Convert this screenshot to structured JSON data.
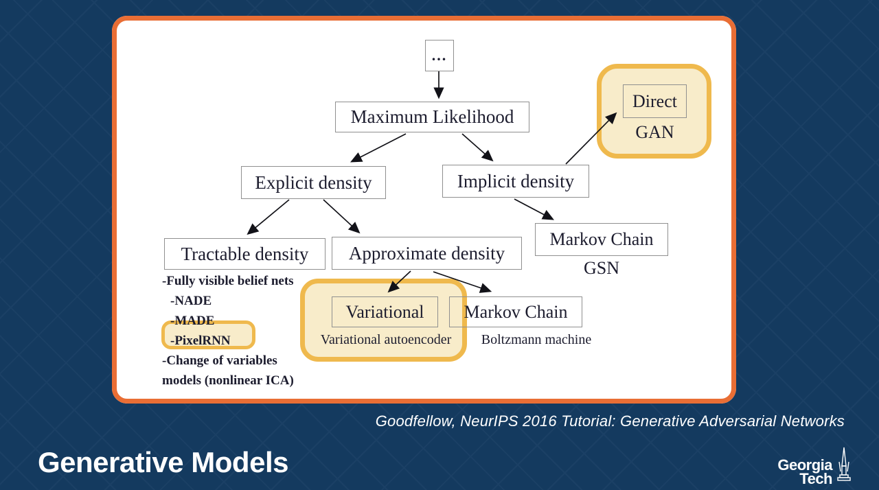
{
  "colors": {
    "background": "#143a5f",
    "panel_bg": "#ffffff",
    "panel_border": "#e96e35",
    "highlight_fill": "#f8ecca",
    "highlight_border": "#efb94d",
    "box_border": "#8f8f8f",
    "diagram_text": "#1c1c2e",
    "white": "#ffffff"
  },
  "diagram": {
    "root_label": "...",
    "max_likelihood": "Maximum Likelihood",
    "explicit": "Explicit density",
    "implicit": "Implicit density",
    "tractable": "Tractable density",
    "approximate": "Approximate density",
    "markov_chain_gsn": "Markov Chain",
    "gsn": "GSN",
    "direct": "Direct",
    "gan": "GAN",
    "variational": "Variational",
    "variational_autoencoder": "Variational autoencoder",
    "markov_chain": "Markov Chain",
    "boltzmann": "Boltzmann machine",
    "tractable_list": [
      "-Fully visible belief nets",
      "-NADE",
      "-MADE",
      "-PixelRNN",
      "-Change of variables",
      "models (nonlinear ICA)"
    ]
  },
  "footer": {
    "caption": "Goodfellow, NeurIPS 2016 Tutorial: Generative Adversarial Networks",
    "title": "Generative Models",
    "logo_line1": "Georgia",
    "logo_line2": "Tech"
  }
}
